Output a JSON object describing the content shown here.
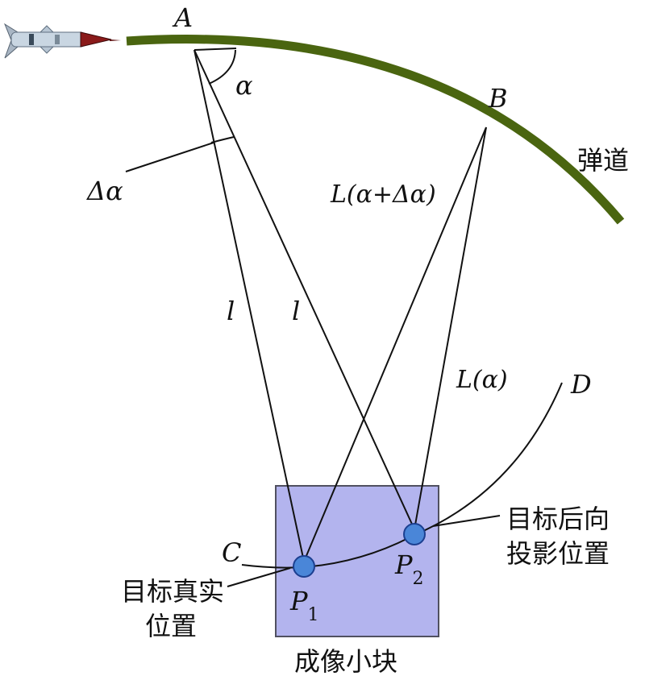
{
  "colors": {
    "trajectory": "#4a6510",
    "imaging_block_fill": "#b3b4ee",
    "imaging_block_stroke": "#505060",
    "point_fill": "#4a86d8",
    "point_stroke": "#1c3f90",
    "line": "#111111"
  },
  "icons": {
    "missile": "missile-icon"
  },
  "points": {
    "A": "A",
    "B": "B",
    "C": "C",
    "D": "D",
    "P1": {
      "letter": "P",
      "sub": "1"
    },
    "P2": {
      "letter": "P",
      "sub": "2"
    }
  },
  "angles": {
    "alpha": "α",
    "delta_alpha": "Δα"
  },
  "lengths": {
    "l_left": "l",
    "l_right": "l",
    "L_alpha": "L(α)",
    "L_alpha_delta": "L(α+Δα)"
  },
  "labels": {
    "trajectory": "弹道",
    "imaging_block": "成像小块",
    "true_position_line1": "目标真实",
    "true_position_line2": "位置",
    "backproj_line1": "目标后向",
    "backproj_line2": "投影位置"
  }
}
